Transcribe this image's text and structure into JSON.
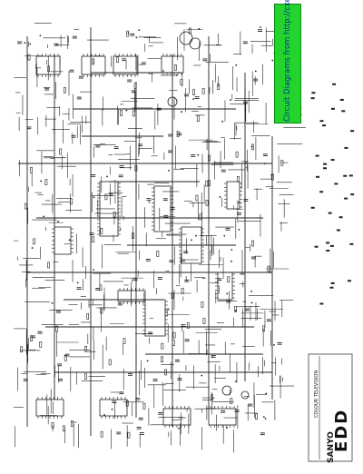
{
  "banner": {
    "text": "Circuit Diagrams from http://cxema.ru",
    "background_color": "#22d42c",
    "text_color": "#0b2f9e"
  },
  "title_block": {
    "brand": "SANYO",
    "model": "EDD",
    "label": "COLOUR TELEVISION"
  }
}
